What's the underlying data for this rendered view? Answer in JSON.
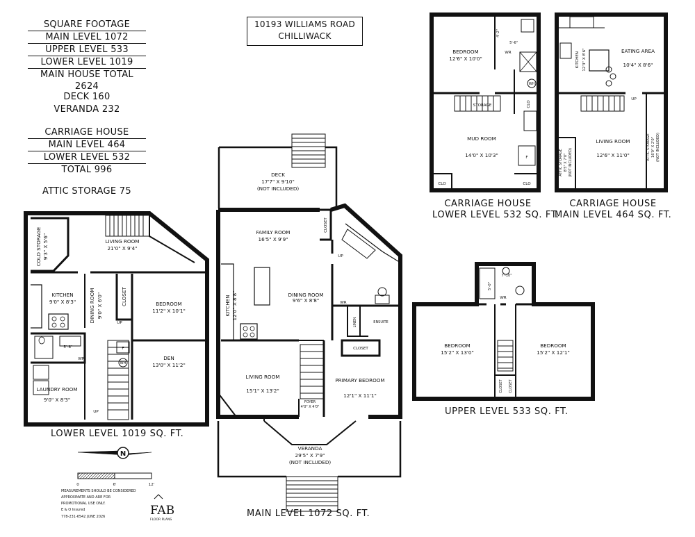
{
  "summary": {
    "heading": "SQUARE FOOTAGE",
    "main_level": "MAIN LEVEL 1072",
    "upper_level": "UPPER LEVEL 533",
    "lower_level": "LOWER LEVEL 1019",
    "main_house_total": "MAIN HOUSE TOTAL 2624",
    "deck": "DECK 160",
    "veranda": "VERANDA 232",
    "carriage_heading": "CARRIAGE HOUSE",
    "carriage_main": "MAIN LEVEL 464",
    "carriage_lower": "LOWER LEVEL 532",
    "carriage_total": "TOTAL 996",
    "attic_storage": "ATTIC STORAGE 75"
  },
  "address": {
    "line1": "10193 WILLIAMS ROAD",
    "line2": "CHILLIWACK"
  },
  "captions": {
    "lower": "LOWER LEVEL 1019 SQ. FT.",
    "main": "MAIN LEVEL 1072 SQ. FT.",
    "upper": "UPPER LEVEL 533 SQ. FT.",
    "carriage_lower_1": "CARRIAGE HOUSE",
    "carriage_lower_2": "LOWER LEVEL 532 SQ. FT.",
    "carriage_main_1": "CARRIAGE HOUSE",
    "carriage_main_2": "MAIN LEVEL 464 SQ. FT."
  },
  "lower_rooms": {
    "cold_storage": "COLD STORAGE",
    "cold_storage_dim": "9'3\" X 5'6\"",
    "living": "LIVING ROOM",
    "living_dim": "21'0\" X 9'4\"",
    "kitchen": "KITCHEN",
    "kitchen_dim": "9'0\" X 8'3\"",
    "dining": "DINING ROOM",
    "dining_dim": "9'0\" X 6'0\"",
    "closet": "CLOSET",
    "bedroom": "BEDROOM",
    "bedroom_dim": "11'2\" X 10'1\"",
    "up": "UP",
    "wr": "WR",
    "f": "F",
    "wh": "WH",
    "den": "DEN",
    "den_dim": "13'0\" X 11'2\"",
    "laundry": "LAUNDRY ROOM",
    "laundry_dim": "9'0\" X 8'3\"",
    "up2": "UP",
    "small_dim": "5'-8\""
  },
  "main_rooms": {
    "deck": "DECK",
    "deck_dim": "17'7\" X 9'10\"",
    "deck_note": "(NOT INCLUDED)",
    "family": "FAMILY ROOM",
    "family_dim": "16'5\" X 9'9\"",
    "closet": "CLOSET",
    "up": "UP",
    "kitchen": "KITCHEN",
    "kitchen_dim": "12'0\" X 8'8\"",
    "dining": "DINING ROOM",
    "dining_dim": "9'6\" X 8'8\"",
    "wr": "WR",
    "linen": "LINEN",
    "ensuite": "ENSUITE",
    "closet2": "CLOSET",
    "living": "LIVING ROOM",
    "living_dim": "15'1\" X 13'2\"",
    "primary": "PRIMARY BEDROOM",
    "primary_dim": "12'1\" X 11'1\"",
    "foyer": "FOYER",
    "foyer_dim": "4'0\" X 4'0\"",
    "veranda": "VERANDA",
    "veranda_dim": "29'5\" X 7'9\"",
    "veranda_note": "(NOT INCLUDED)"
  },
  "carriage_lower_rooms": {
    "bedroom": "BEDROOM",
    "bedroom_dim": "12'6\" X 10'0\"",
    "wr": "WR",
    "storage": "STORAGE",
    "clo1": "CLO",
    "mud": "MUD ROOM",
    "mud_dim": "14'0\" X 10'3\"",
    "f": "F",
    "clo2": "CLO",
    "clo3": "CLO",
    "wh": "WH",
    "dim_a": "4'-2\"",
    "dim_b": "5'-6\""
  },
  "carriage_main_rooms": {
    "kitchen": "KITCHEN",
    "kitchen_dim": "12'3\" X 8'6\"",
    "eating": "EATING AREA",
    "eating_dim": "10'4\" X 8'6\"",
    "up": "UP",
    "living": "LIVING ROOM",
    "living_dim": "12'6\" X 11'0\"",
    "attic1": "ATTIC STORAGE",
    "attic1_dim": "8'5\" X 7'0\"",
    "attic1_note": "(NOT INCLUDED)",
    "attic2": "ATTIC STORAGE",
    "attic2_dim": "16'0\" X 2'0\"",
    "attic2_note": "(NOT INCLUDED)"
  },
  "upper_rooms": {
    "bedroom1": "BEDROOM",
    "bedroom1_dim": "15'2\" X 13'0\"",
    "bedroom2": "BEDROOM",
    "bedroom2_dim": "15'2\" X 12'1\"",
    "wr": "WR",
    "closet1": "CLOSET",
    "closet2": "CLOSET",
    "dim_a": "7'-10\"",
    "dim_b": "5'-0\""
  },
  "scale": {
    "t0": "0",
    "t6": "6'",
    "t12": "12'"
  },
  "disclaimer": {
    "line1": "MEASUREMENTS SHOULD BE CONSIDERED",
    "line2": "APPROXIMATE AND ARE FOR",
    "line3": "PROMOTIONAL USE ONLY.",
    "line4": "E & O Insured",
    "line5": "778-231-6542  JUNE 2026"
  },
  "logo": {
    "name": "FAB",
    "sub": "FLOOR PLANS",
    "north_letter": "N"
  }
}
